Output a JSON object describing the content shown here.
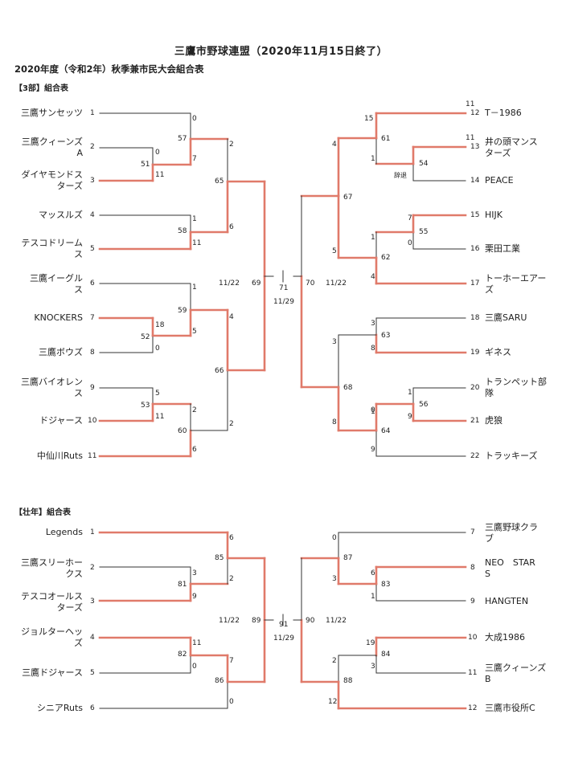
{
  "header": {
    "title": "三鷹市野球連盟（2020年11月15日終了）",
    "subtitle": "2020年度（令和2年）秋季兼市民大会組合表"
  },
  "colors": {
    "winner": "#e07a6a",
    "loser": "#333333"
  },
  "div3": {
    "label": "【3部】組合表",
    "teams": [
      {
        "seed": "1",
        "l1": "三鷹サンセッツ",
        "l2": ""
      },
      {
        "seed": "2",
        "l1": "三鷹クィーンズ",
        "l2": "A"
      },
      {
        "seed": "3",
        "l1": "ダイヤモンドス",
        "l2": "ターズ"
      },
      {
        "seed": "4",
        "l1": "マッスルズ",
        "l2": ""
      },
      {
        "seed": "5",
        "l1": "テスコドリーム",
        "l2": "ス"
      },
      {
        "seed": "6",
        "l1": "三鷹イーグル",
        "l2": "ス"
      },
      {
        "seed": "7",
        "l1": "KNOCKERS",
        "l2": ""
      },
      {
        "seed": "8",
        "l1": "三鷹ボウズ",
        "l2": ""
      },
      {
        "seed": "9",
        "l1": "三鷹バイオレン",
        "l2": "ス"
      },
      {
        "seed": "10",
        "l1": "ドジャース",
        "l2": ""
      },
      {
        "seed": "11",
        "l1": "中仙川Ruts",
        "l2": ""
      },
      {
        "seed": "12",
        "l1": "T－1986",
        "l2": ""
      },
      {
        "seed": "13",
        "l1": "井の頭マンス",
        "l2": "ターズ"
      },
      {
        "seed": "14",
        "l1": "PEACE",
        "l2": ""
      },
      {
        "seed": "15",
        "l1": "HIJK",
        "l2": ""
      },
      {
        "seed": "16",
        "l1": "栗田工業",
        "l2": ""
      },
      {
        "seed": "17",
        "l1": "トーホーエアー",
        "l2": "ズ"
      },
      {
        "seed": "18",
        "l1": "三鷹SARU",
        "l2": ""
      },
      {
        "seed": "19",
        "l1": "ギネス",
        "l2": ""
      },
      {
        "seed": "20",
        "l1": "トランペット部",
        "l2": "隊"
      },
      {
        "seed": "21",
        "l1": "虎狼",
        "l2": ""
      },
      {
        "seed": "22",
        "l1": "トラッキーズ",
        "l2": ""
      }
    ],
    "games": [
      "51",
      "52",
      "53",
      "57",
      "58",
      "59",
      "60",
      "65",
      "66",
      "69",
      "71",
      "70",
      "54",
      "55",
      "56",
      "61",
      "62",
      "63",
      "64",
      "67",
      "68"
    ],
    "scores": [
      "0",
      "0",
      "7",
      "11",
      "1",
      "11",
      "1",
      "5",
      "18",
      "0",
      "5",
      "11",
      "2",
      "2",
      "6",
      "4",
      "6",
      "2",
      "11",
      "11",
      "4",
      "15",
      "1",
      "1",
      "5",
      "4",
      "3",
      "8",
      "3",
      "8",
      "7",
      "0",
      "1",
      "9",
      "辞退",
      "1",
      "9",
      "0"
    ],
    "dates": [
      "11/22",
      "11/22",
      "11/29"
    ]
  },
  "senior": {
    "label": "【壮年】組合表",
    "teams": [
      {
        "seed": "1",
        "l1": "Legends",
        "l2": ""
      },
      {
        "seed": "2",
        "l1": "三鷹スリーホー",
        "l2": "クス"
      },
      {
        "seed": "3",
        "l1": "テスコオールス",
        "l2": "ターズ"
      },
      {
        "seed": "4",
        "l1": "ジョルターヘッ",
        "l2": "ズ"
      },
      {
        "seed": "5",
        "l1": "三鷹ドジャース",
        "l2": ""
      },
      {
        "seed": "6",
        "l1": "シニアRuts",
        "l2": ""
      },
      {
        "seed": "7",
        "l1": "三鷹野球クラ",
        "l2": "ブ"
      },
      {
        "seed": "8",
        "l1": "NEO　STAR",
        "l2": "S"
      },
      {
        "seed": "9",
        "l1": "HANGTEN",
        "l2": ""
      },
      {
        "seed": "10",
        "l1": "大成1986",
        "l2": ""
      },
      {
        "seed": "11",
        "l1": "三鷹クィーンズ",
        "l2": "B"
      },
      {
        "seed": "12",
        "l1": "三鷹市役所C",
        "l2": ""
      }
    ],
    "games": [
      "81",
      "82",
      "85",
      "86",
      "89",
      "91",
      "90",
      "83",
      "84",
      "87",
      "88"
    ],
    "scores": [
      "3",
      "9",
      "11",
      "0",
      "6",
      "2",
      "7",
      "0",
      "6",
      "1",
      "19",
      "3",
      "0",
      "3",
      "2",
      "12"
    ],
    "dates": [
      "11/22",
      "11/22",
      "11/29"
    ]
  }
}
